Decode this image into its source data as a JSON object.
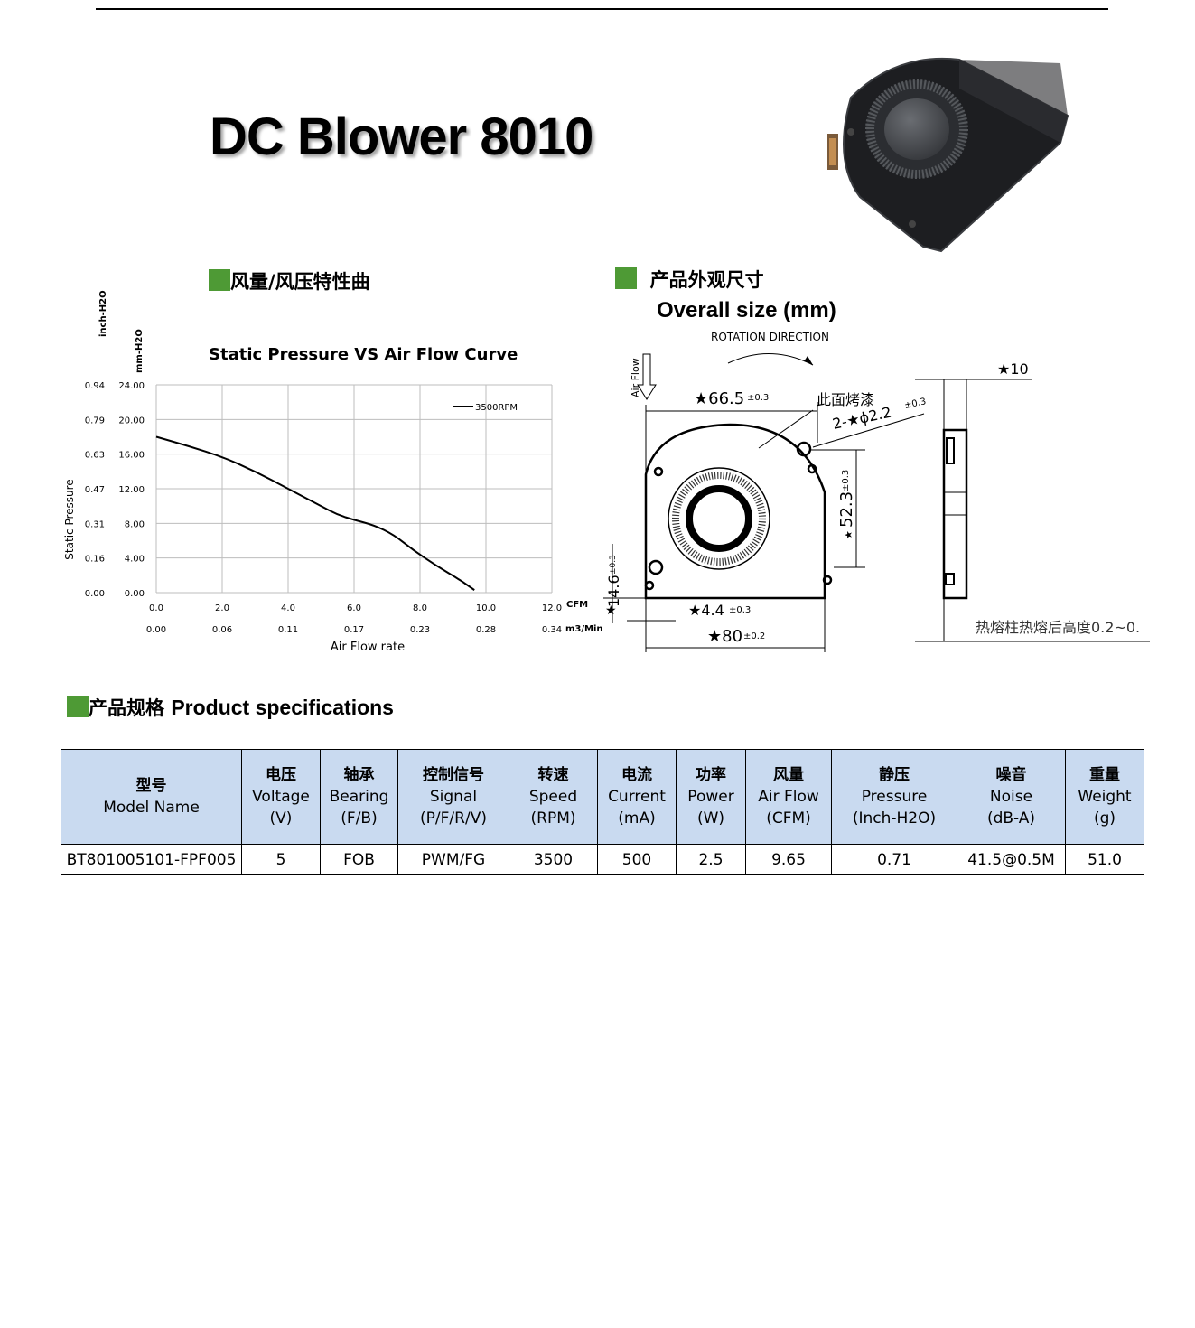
{
  "page": {
    "title": "DC Blower 8010"
  },
  "curve_section": {
    "heading": "风量/风压特性曲"
  },
  "size_section": {
    "heading_zh": "产品外观尺寸",
    "heading_en": "Overall size (mm)"
  },
  "chart_data": {
    "type": "line",
    "title": "Static Pressure VS Air Flow Curve",
    "xlabel": "Air Flow rate",
    "ylabel": "Static Pressure",
    "y_unit_left": "inch-H2O",
    "y_unit_right": "mm-H2O",
    "x_unit_top": "CFM",
    "x_unit_bottom": "m3/Min",
    "xlim": [
      0,
      12
    ],
    "ylim": [
      0,
      24
    ],
    "x_ticks": [
      "0.0",
      "2.0",
      "4.0",
      "6.0",
      "8.0",
      "10.0",
      "12.0"
    ],
    "x_ticks_m3": [
      "0.00",
      "0.06",
      "0.11",
      "0.17",
      "0.23",
      "0.28",
      "0.34"
    ],
    "y_ticks_mm": [
      "0.00",
      "4.00",
      "8.00",
      "12.00",
      "16.00",
      "20.00",
      "24.00"
    ],
    "y_ticks_inch": [
      "0.00",
      "0.16",
      "0.31",
      "0.47",
      "0.63",
      "0.79",
      "0.94"
    ],
    "grid": true,
    "legend_position": "top-right",
    "series": [
      {
        "name": "3500RPM",
        "x": [
          0,
          1,
          2,
          3,
          4,
          5,
          5.5,
          6,
          6.6,
          7.2,
          7.8,
          8.5,
          9.2,
          9.65
        ],
        "y": [
          18.0,
          16.9,
          15.7,
          14.0,
          12.0,
          10.0,
          9.0,
          8.4,
          7.8,
          6.7,
          4.9,
          3.1,
          1.5,
          0.3
        ]
      }
    ]
  },
  "drawing": {
    "rotation_label": "ROTATION DIRECTION",
    "airflow_label": "Air Flow",
    "width_top": "★66.5",
    "width_top_tol": "±0.3",
    "paint_note": "此面烤漆",
    "hole_label": "2-★ϕ2.2",
    "hole_tol": "±0.3",
    "height_right": "52.3",
    "height_right_star": "★",
    "height_right_tol": "±0.3",
    "height_left": "14.6",
    "height_left_tol": "±0.3",
    "offset_dim": "★4.4",
    "offset_tol": "±0.3",
    "width_bottom": "★80",
    "width_bottom_tol": "±0.2",
    "thickness": "★10",
    "star": "★",
    "heat_note": "热熔柱热熔后高度0.2~0."
  },
  "spec_section": {
    "heading_zh": "产品规格",
    "heading_en": "Product specifications"
  },
  "spec_table": {
    "headers": [
      {
        "zh": "型号",
        "en": "Model Name"
      },
      {
        "zh": "电压",
        "en": "Voltage",
        "unit": "(V)"
      },
      {
        "zh": "轴承",
        "en": "Bearing",
        "unit": "(F/B)"
      },
      {
        "zh": "控制信号",
        "en": "Signal",
        "unit": "(P/F/R/V)"
      },
      {
        "zh": "转速",
        "en": "Speed",
        "unit": "(RPM)"
      },
      {
        "zh": "电流",
        "en": "Current",
        "unit": "(mA)"
      },
      {
        "zh": "功率",
        "en": "Power",
        "unit": "(W)"
      },
      {
        "zh": "风量",
        "en": "Air Flow",
        "unit": "(CFM)"
      },
      {
        "zh": "静压",
        "en": "Pressure",
        "unit": "(Inch-H2O)"
      },
      {
        "zh": "噪音",
        "en": "Noise",
        "unit": "(dB-A)"
      },
      {
        "zh": "重量",
        "en": "Weight",
        "unit": "(g)"
      }
    ],
    "row": [
      "BT801005101-FPF005",
      "5",
      "FOB",
      "PWM/FG",
      "3500",
      "500",
      "2.5",
      "9.65",
      "0.71",
      "41.5@0.5M",
      "51.0"
    ]
  }
}
